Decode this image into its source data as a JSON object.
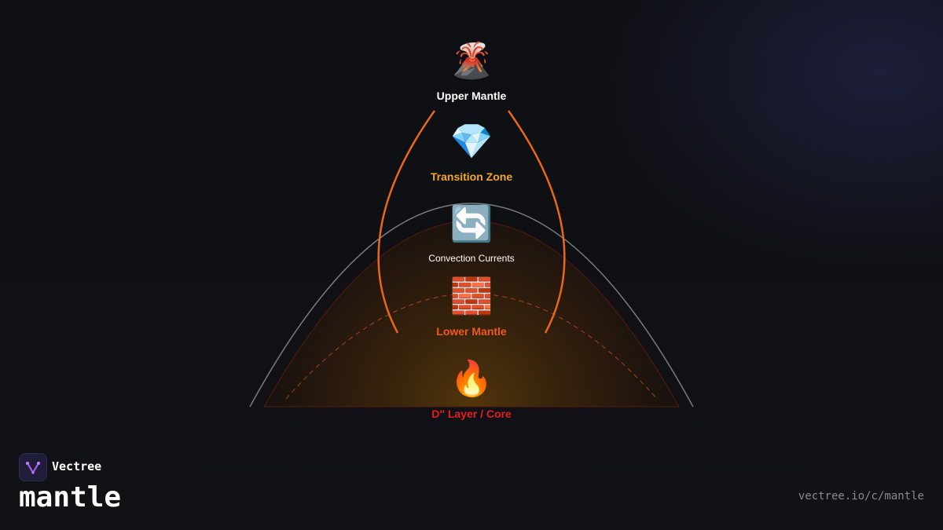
{
  "brand": {
    "name": "Vectree",
    "topic": "mantle"
  },
  "footer": {
    "url": "vectree.io/c/mantle"
  },
  "layers": [
    {
      "icon": "volcano-icon",
      "glyph": "🌋",
      "label": "Upper Mantle",
      "color": "#ffffff"
    },
    {
      "icon": "gem-icon",
      "glyph": "💎",
      "label": "Transition Zone",
      "color": "#f5a623"
    },
    {
      "icon": "cycle-arrows-icon",
      "glyph": "🔄",
      "label": "Convection Currents",
      "color": "#ffffff"
    },
    {
      "icon": "brick-icon",
      "glyph": "🧱",
      "label": "Lower Mantle",
      "color": "#f0581c"
    },
    {
      "icon": "fire-icon",
      "glyph": "🔥",
      "label": "D'' Layer / Core",
      "color": "#e81c1c"
    }
  ],
  "colors": {
    "background": "#0f0f14",
    "arc_orange": "#e8671a",
    "outline": "#7a7a80",
    "core_glow": "#5a3a0a"
  }
}
